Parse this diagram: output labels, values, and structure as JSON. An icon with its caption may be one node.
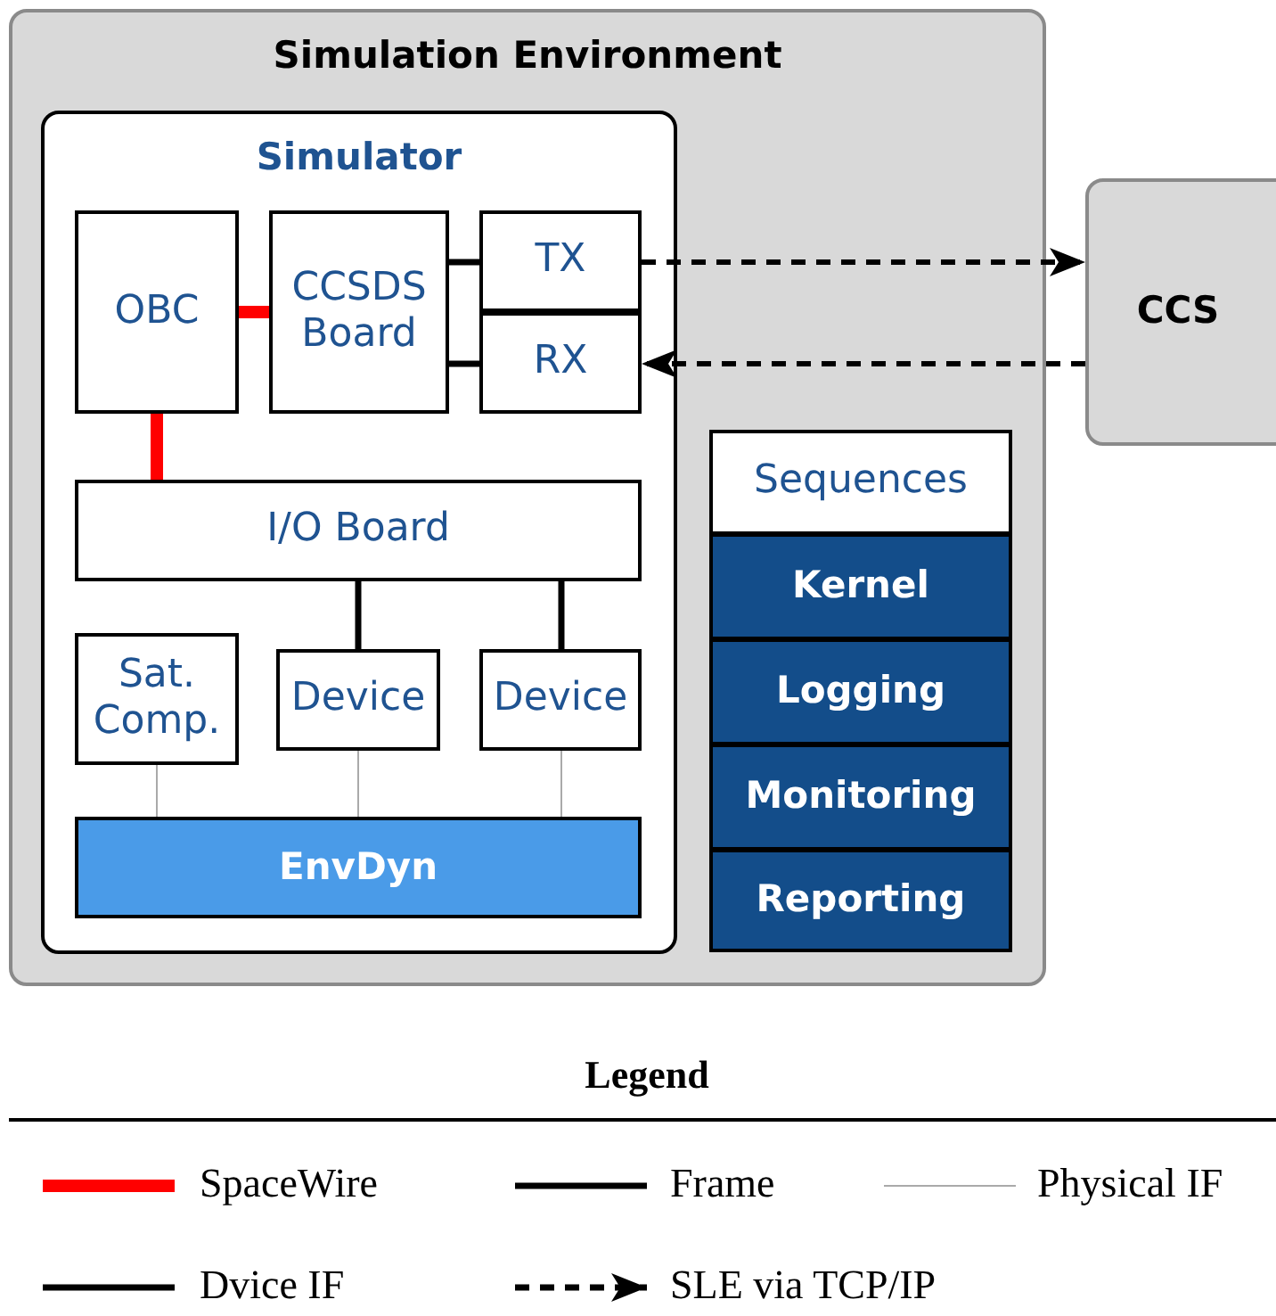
{
  "diagram": {
    "nodes": [
      {
        "text": [
          "Simulation Environment"
        ]
      },
      {
        "text": [
          "Simulator"
        ],
        "in": 0
      },
      {
        "text": [
          "OBC"
        ],
        "in": 1
      },
      {
        "text": [
          "CCSDS Board"
        ],
        "in": 1
      },
      {
        "text": [
          "TX"
        ],
        "in": 1
      },
      {
        "text": [
          "RX"
        ],
        "in": 1
      },
      {
        "text": [
          "I/O Board"
        ],
        "in": 1
      },
      {
        "text": [
          "Sat. Comp."
        ],
        "in": 1
      },
      {
        "text": [
          "Device"
        ],
        "in": 1
      },
      {
        "text": [
          "Device"
        ],
        "in": 1
      },
      {
        "text": [
          "EnvDyn"
        ],
        "in": 1
      },
      {
        "text": [
          "Sequences"
        ],
        "in": 0
      },
      {
        "text": [
          "Kernel"
        ],
        "in": 0
      },
      {
        "text": [
          "Logging"
        ],
        "in": 0
      },
      {
        "text": [
          "Monitoring"
        ],
        "in": 0
      },
      {
        "text": [
          "Reporting"
        ],
        "in": 0
      },
      {
        "text": [
          "CCS"
        ]
      }
    ],
    "edges": [
      {
        "from": 2,
        "to": 3,
        "arrow": "none",
        "style": "thick",
        "color": "#ff0000"
      },
      {
        "from": 2,
        "to": 6,
        "arrow": "none",
        "style": "thick",
        "color": "#ff0000"
      },
      {
        "from": 3,
        "to": 4,
        "arrow": "none"
      },
      {
        "from": 3,
        "to": 5,
        "arrow": "none"
      },
      {
        "from": 4,
        "to": 16,
        "arrow": "to",
        "style": "dashed"
      },
      {
        "from": 16,
        "to": 5,
        "arrow": "to",
        "style": "dashed"
      },
      {
        "from": 6,
        "to": 8,
        "arrow": "none"
      },
      {
        "from": 6,
        "to": 9,
        "arrow": "none"
      },
      {
        "from": 7,
        "to": 10,
        "arrow": "none",
        "color": "#aaaaaa"
      },
      {
        "from": 8,
        "to": 10,
        "arrow": "none",
        "color": "#aaaaaa"
      },
      {
        "from": 9,
        "to": 10,
        "arrow": "none",
        "color": "#aaaaaa"
      }
    ],
    "labels": [
      "Legend"
    ],
    "legend": [
      {
        "text": "SpaceWire"
      },
      {
        "text": "Frame"
      },
      {
        "text": "Physical IF"
      },
      {
        "text": "Dvice IF"
      },
      {
        "text": "SLE via TCP/IP"
      }
    ]
  }
}
